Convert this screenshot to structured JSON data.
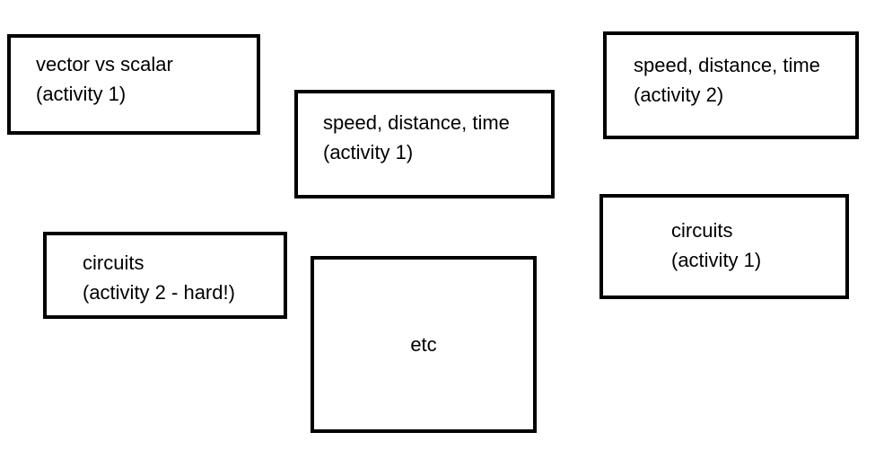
{
  "canvas": {
    "background_color": "#ffffff",
    "box_border_color": "#000000",
    "text_color": "#000000"
  },
  "boxes": {
    "vector_vs_scalar": {
      "line1": "vector vs scalar",
      "line2": "(activity 1)"
    },
    "speed_distance_time_1": {
      "line1": "speed, distance, time",
      "line2": "(activity 1)"
    },
    "speed_distance_time_2": {
      "line1": "speed, distance, time",
      "line2": "(activity 2)"
    },
    "circuits_2_hard": {
      "line1": "circuits",
      "line2": "(activity 2 - hard!)"
    },
    "circuits_1": {
      "line1": "circuits",
      "line2": "(activity 1)"
    },
    "etc": {
      "line1": "etc"
    }
  }
}
